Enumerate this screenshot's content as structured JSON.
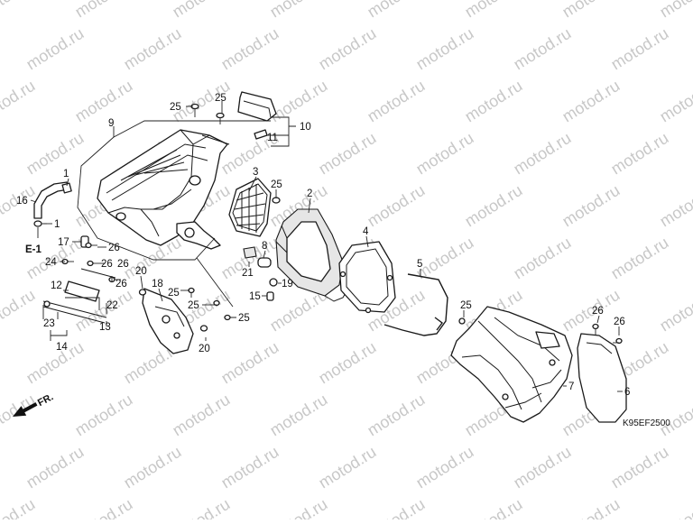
{
  "diagram": {
    "watermark_text": "motod.ru",
    "diagram_code": "K95EF2500",
    "direction_label": "FR.",
    "section_ref": "E-1",
    "callouts": {
      "c1a": "1",
      "c1b": "1",
      "c2": "2",
      "c3": "3",
      "c4": "4",
      "c5": "5",
      "c6": "6",
      "c7": "7",
      "c8": "8",
      "c9": "9",
      "c10": "10",
      "c11": "11",
      "c12": "12",
      "c13": "13",
      "c14": "14",
      "c15": "15",
      "c16": "16",
      "c17": "17",
      "c18": "18",
      "c19": "19",
      "c20a": "20",
      "c20b": "20",
      "c21": "21",
      "c22": "22",
      "c23": "23",
      "c24": "24",
      "c25a": "25",
      "c25b": "25",
      "c25c": "25",
      "c25d": "25",
      "c25e": "25",
      "c25f": "25",
      "c25g": "25",
      "c26a": "26",
      "c26b": "26",
      "c26c": "26",
      "c26d": "26",
      "c26e": "26"
    }
  }
}
